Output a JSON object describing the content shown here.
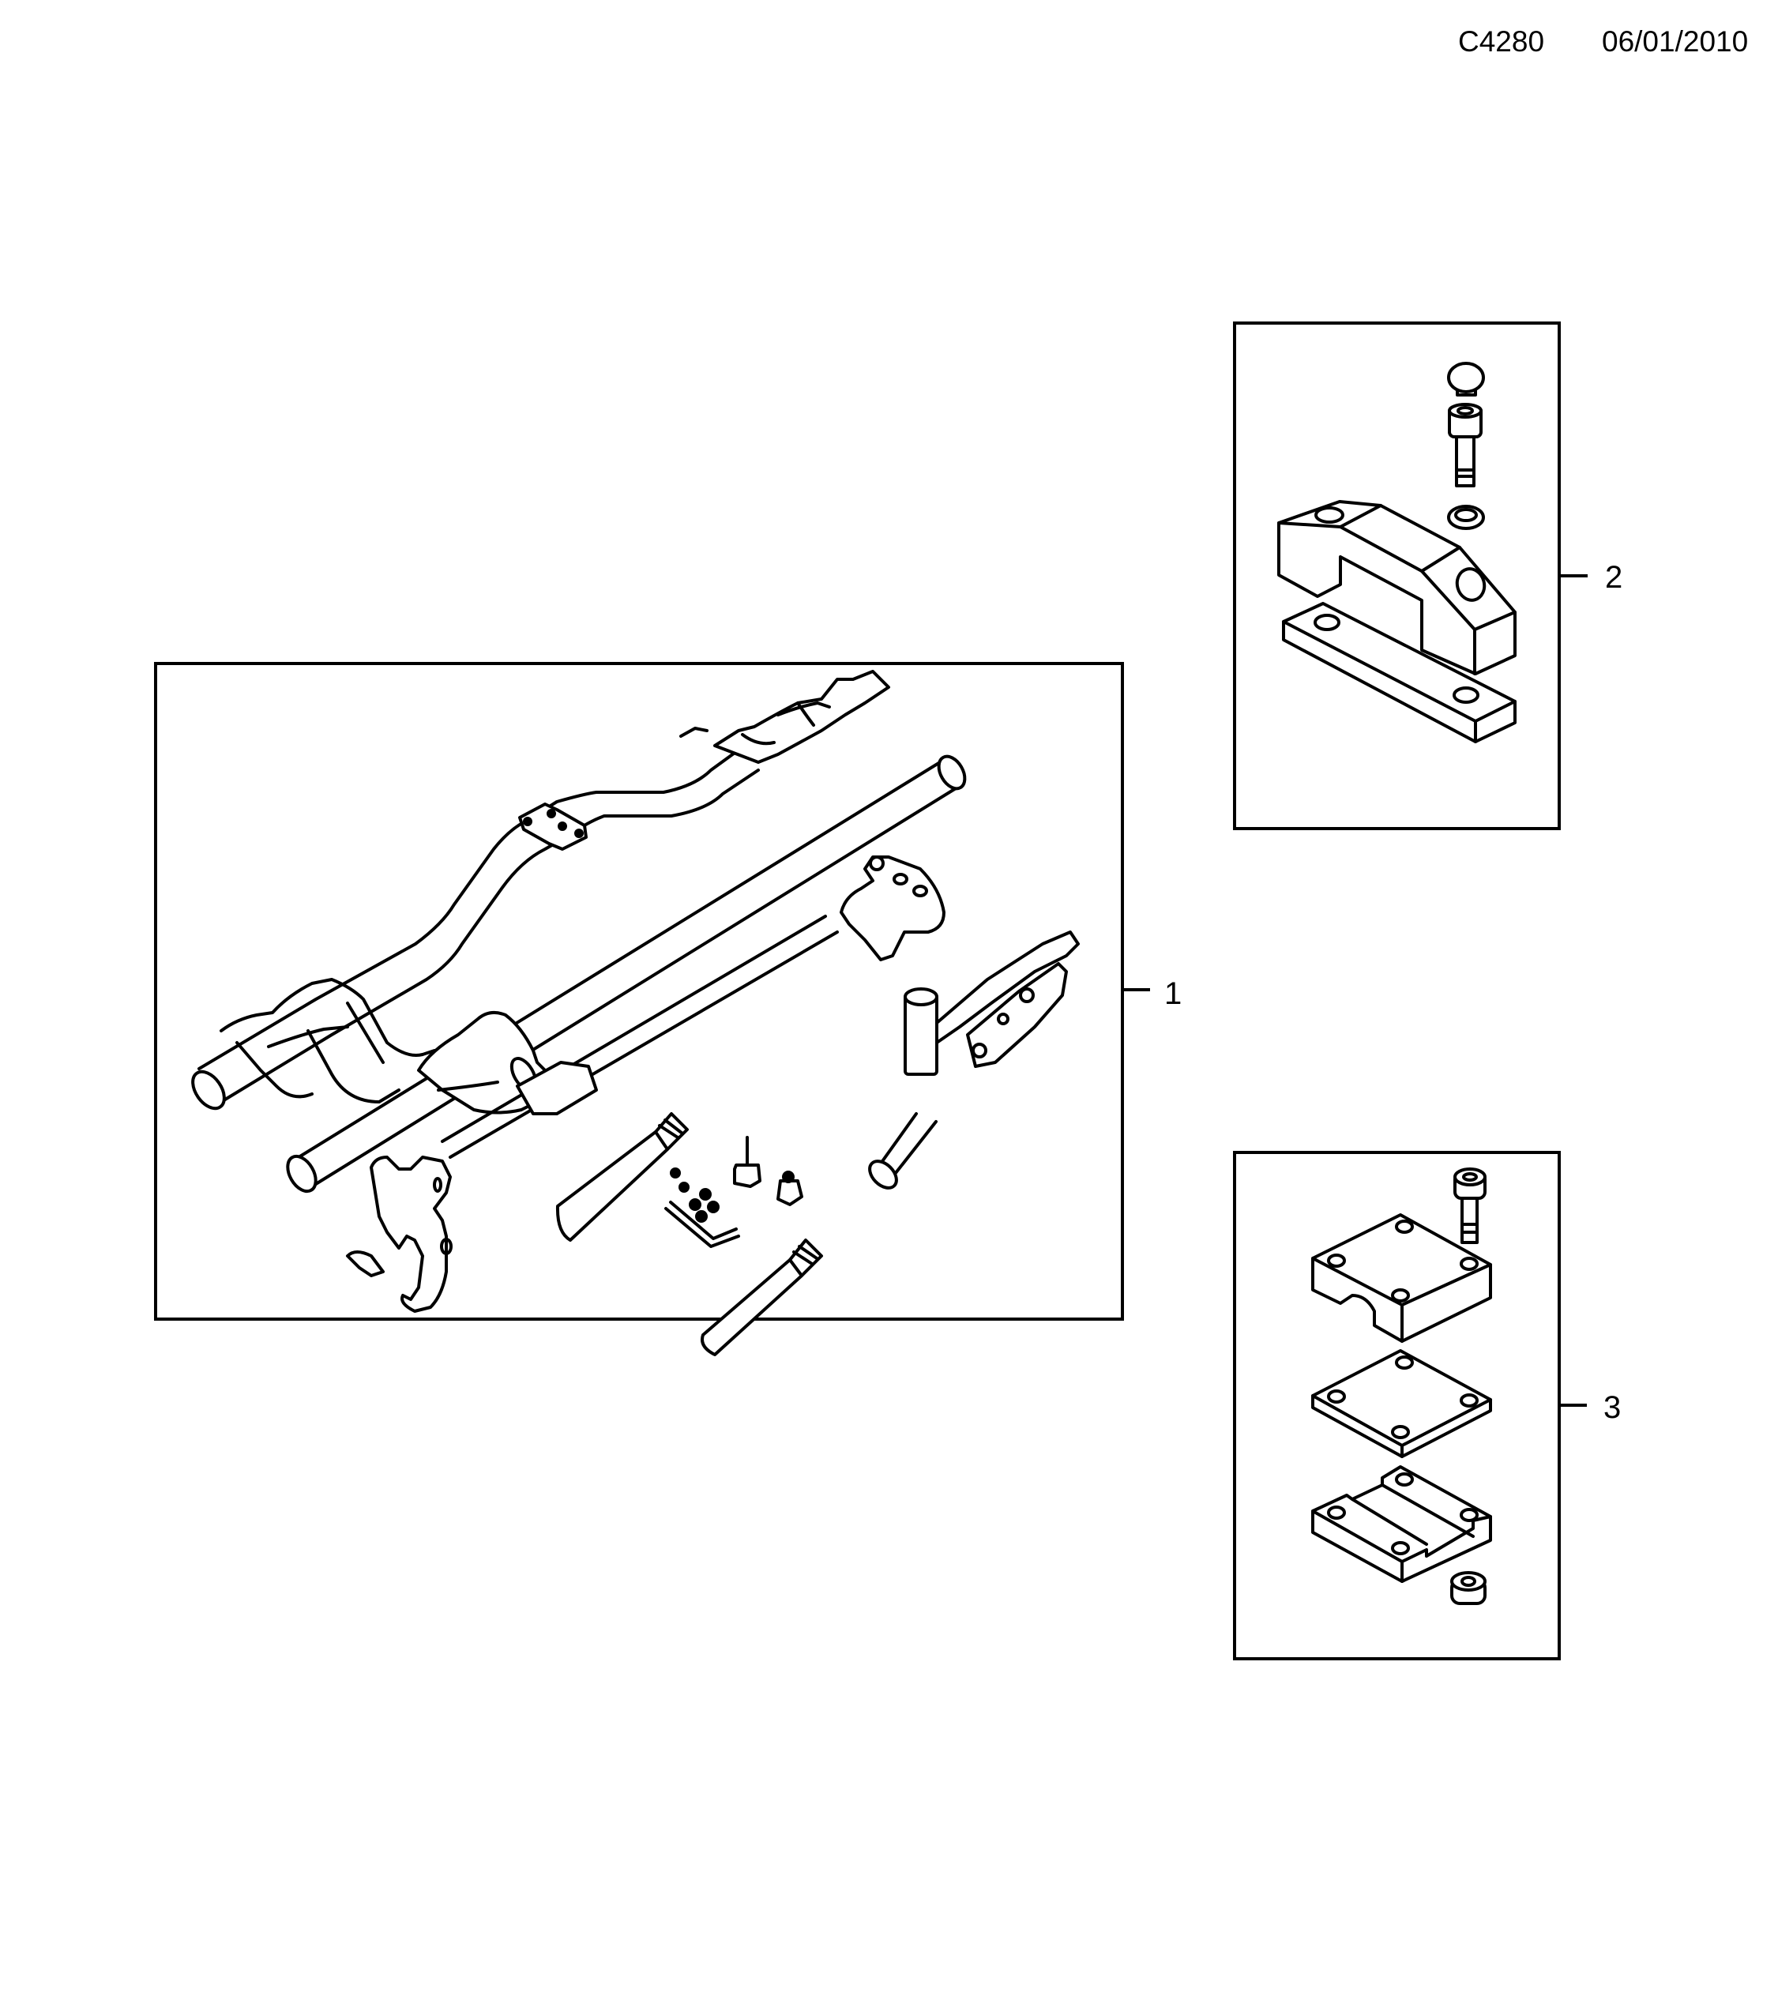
{
  "header": {
    "diagram_code": "C4280",
    "date": "06/01/2010"
  },
  "callouts": [
    {
      "number": "1",
      "description": "roof rack bicycle carrier kit (rail, crossbar, frame holder, wheel holder, clamp arm, straps, keys, screws, hex key)"
    },
    {
      "number": "2",
      "description": "adapter kit (cap, bolt, washer, bracket, plate)"
    },
    {
      "number": "3",
      "description": "adapter kit (bolt, upper block, spacer plate, lower channel block, bushing)"
    }
  ],
  "colors": {
    "line": "#000000",
    "background": "#ffffff"
  }
}
